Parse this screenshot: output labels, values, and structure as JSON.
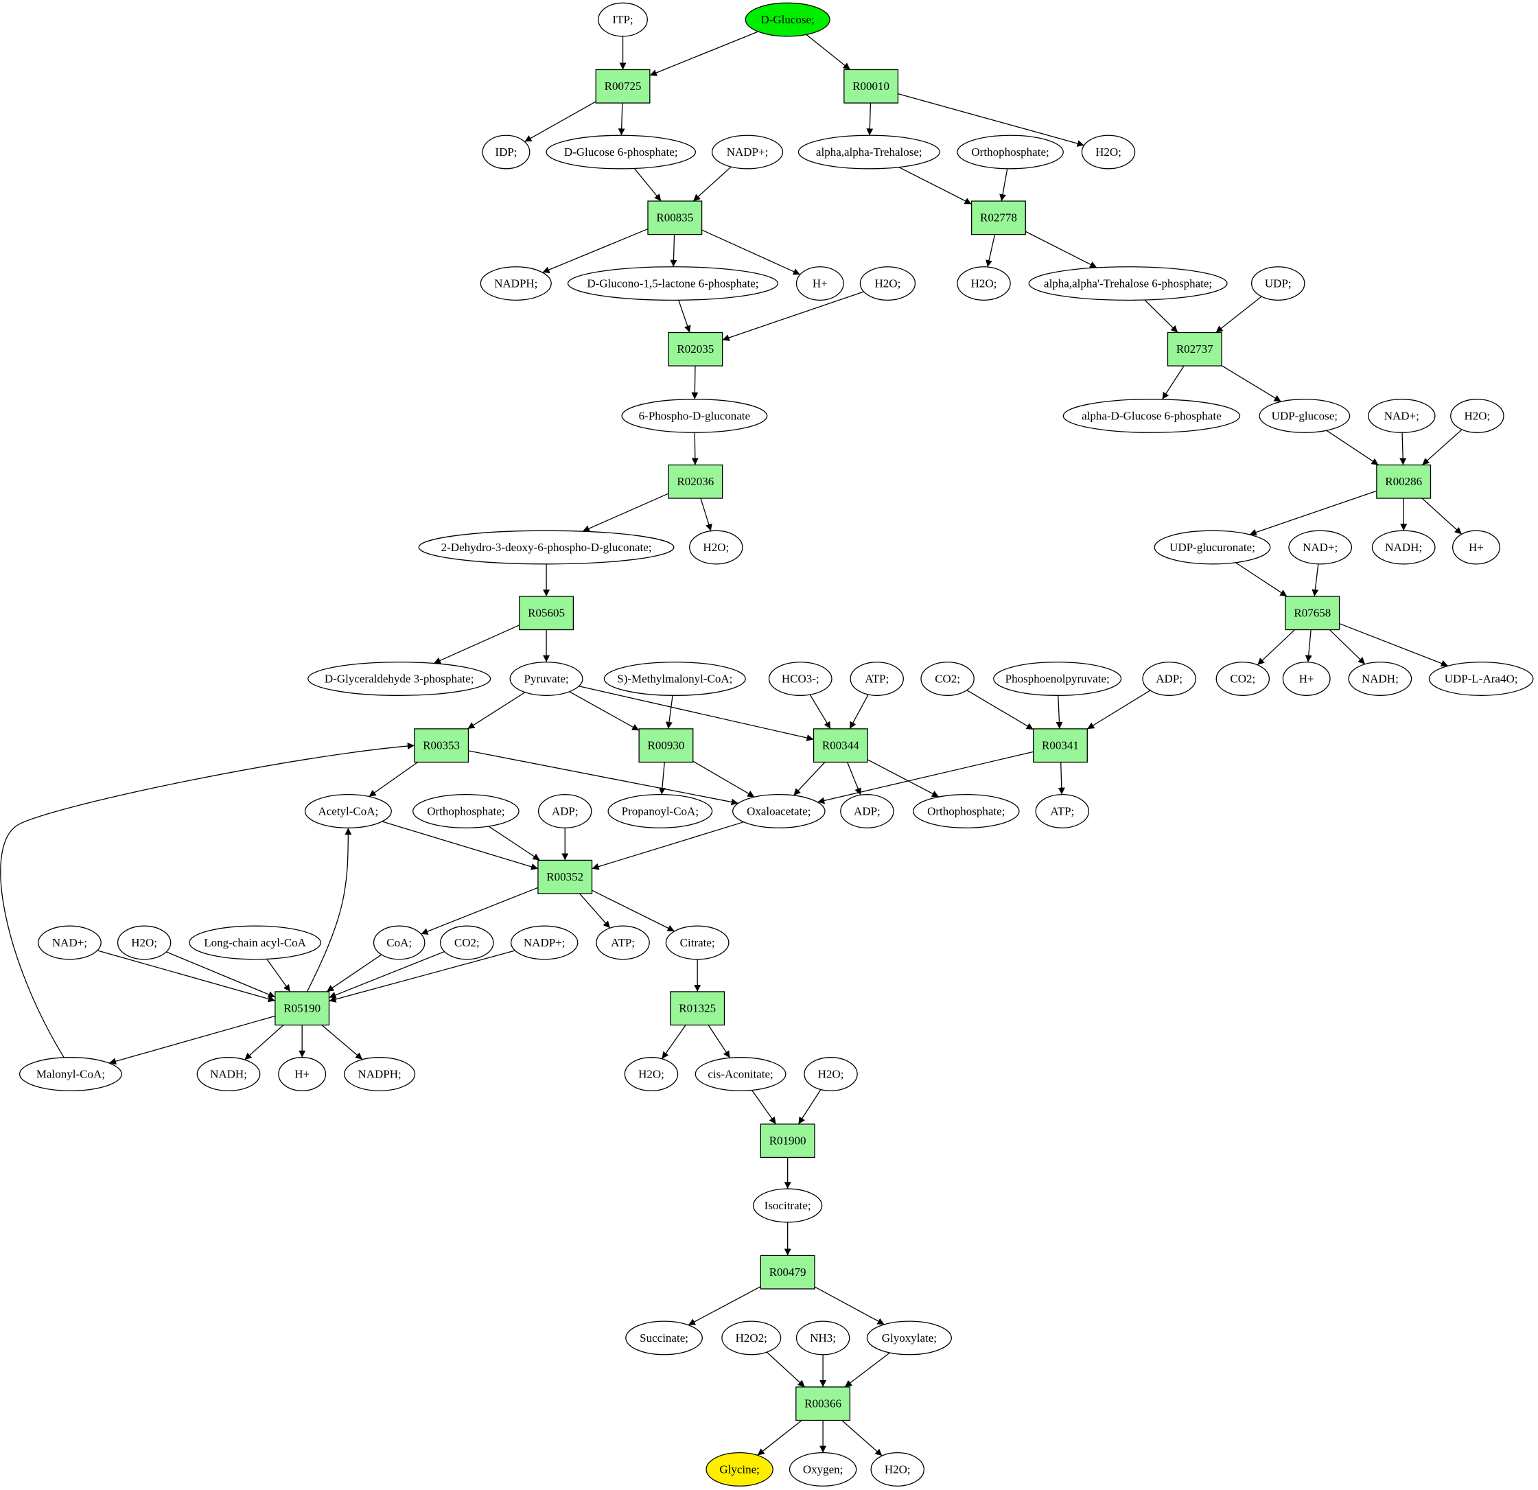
{
  "colors": {
    "reaction_fill": "#98f598",
    "start_fill": "#00ee00",
    "end_fill": "#ffee00",
    "compound_fill": "#ffffff"
  },
  "reactions": {
    "R00725": "R00725",
    "R00010": "R00010",
    "R00835": "R00835",
    "R02778": "R02778",
    "R02035": "R02035",
    "R02737": "R02737",
    "R02036": "R02036",
    "R00286": "R00286",
    "R05605": "R05605",
    "R07658": "R07658",
    "R00353": "R00353",
    "R00930": "R00930",
    "R00344": "R00344",
    "R00341": "R00341",
    "R00352": "R00352",
    "R05190": "R05190",
    "R01325": "R01325",
    "R01900": "R01900",
    "R00479": "R00479",
    "R00366": "R00366"
  },
  "compounds": {
    "itp": "ITP;",
    "d_glucose": "D-Glucose;",
    "idp": "IDP;",
    "g6p": "D-Glucose 6-phosphate;",
    "nadp_1": "NADP+;",
    "trehalose": "alpha,alpha-Trehalose;",
    "orthophosphate_1": "Orthophosphate;",
    "h2o_1": "H2O;",
    "nadph_1": "NADPH;",
    "glucono_lactone": "D-Glucono-1,5-lactone 6-phosphate;",
    "hplus_1": "H+",
    "h2o_2": "H2O;",
    "h2o_3": "H2O;",
    "trehalose_6p": "alpha,alpha'-Trehalose 6-phosphate;",
    "udp": "UDP;",
    "phosphogluconate": "6-Phospho-D-gluconate",
    "alpha_g6p": "alpha-D-Glucose 6-phosphate",
    "udp_glucose": "UDP-glucose;",
    "nad_1": "NAD+;",
    "h2o_4": "H2O;",
    "kdpg": "2-Dehydro-3-deoxy-6-phospho-D-gluconate;",
    "h2o_5": "H2O;",
    "udp_glucuronate": "UDP-glucuronate;",
    "nad_2": "NAD+;",
    "nadh_1": "NADH;",
    "hplus_2": "H+",
    "gap": "D-Glyceraldehyde 3-phosphate;",
    "pyruvate": "Pyruvate;",
    "methylmalonyl": "S)-Methylmalonyl-CoA;",
    "hco3": "HCO3-;",
    "atp_1": "ATP;",
    "co2_1": "CO2;",
    "pep": "Phosphoenolpyruvate;",
    "adp_1": "ADP;",
    "co2_2": "CO2;",
    "hplus_3": "H+",
    "nadh_2": "NADH;",
    "udp_ara": "UDP-L-Ara4O;",
    "acetyl_coa": "Acetyl-CoA;",
    "orthophosphate_2": "Orthophosphate;",
    "adp_2": "ADP;",
    "propanoyl_coa": "Propanoyl-CoA;",
    "oxaloacetate": "Oxaloacetate;",
    "adp_3": "ADP;",
    "orthophosphate_3": "Orthophosphate;",
    "atp_2": "ATP;",
    "nad_3": "NAD+;",
    "h2o_6": "H2O;",
    "long_chain_acyl": "Long-chain acyl-CoA",
    "coa": "CoA;",
    "co2_3": "CO2;",
    "nadp_2": "NADP+;",
    "atp_3": "ATP;",
    "citrate": "Citrate;",
    "malonyl_coa": "Malonyl-CoA;",
    "nadh_3": "NADH;",
    "hplus_4": "H+",
    "nadph_2": "NADPH;",
    "h2o_7": "H2O;",
    "cis_aconitate": "cis-Aconitate;",
    "h2o_8": "H2O;",
    "isocitrate": "Isocitrate;",
    "succinate": "Succinate;",
    "h2o2": "H2O2;",
    "nh3": "NH3;",
    "glyoxylate": "Glyoxylate;",
    "glycine": "Glycine;",
    "oxygen": "Oxygen;",
    "h2o_9": "H2O;"
  }
}
